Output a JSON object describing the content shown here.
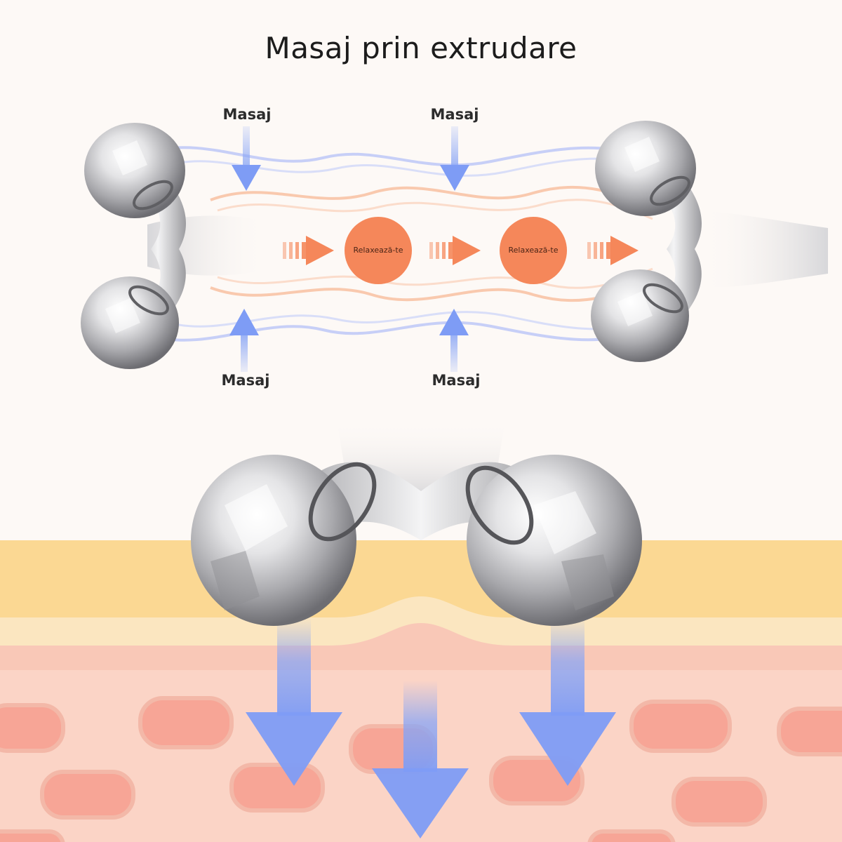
{
  "title": "Masaj prin extrudare",
  "labels": {
    "top_left": "Masaj",
    "top_right": "Masaj",
    "bottom_left": "Masaj",
    "bottom_right": "Masaj"
  },
  "circles": [
    "Relaxează-te",
    "Relaxează-te"
  ],
  "colors": {
    "accent_orange": "#f5875a",
    "arrow_blue": "#8aa6f5",
    "skin_yellow": "#fbd893",
    "skin_pink": "#f8c4b6",
    "cell_pink": "#f7a596",
    "metal": "#c9c9cc"
  }
}
